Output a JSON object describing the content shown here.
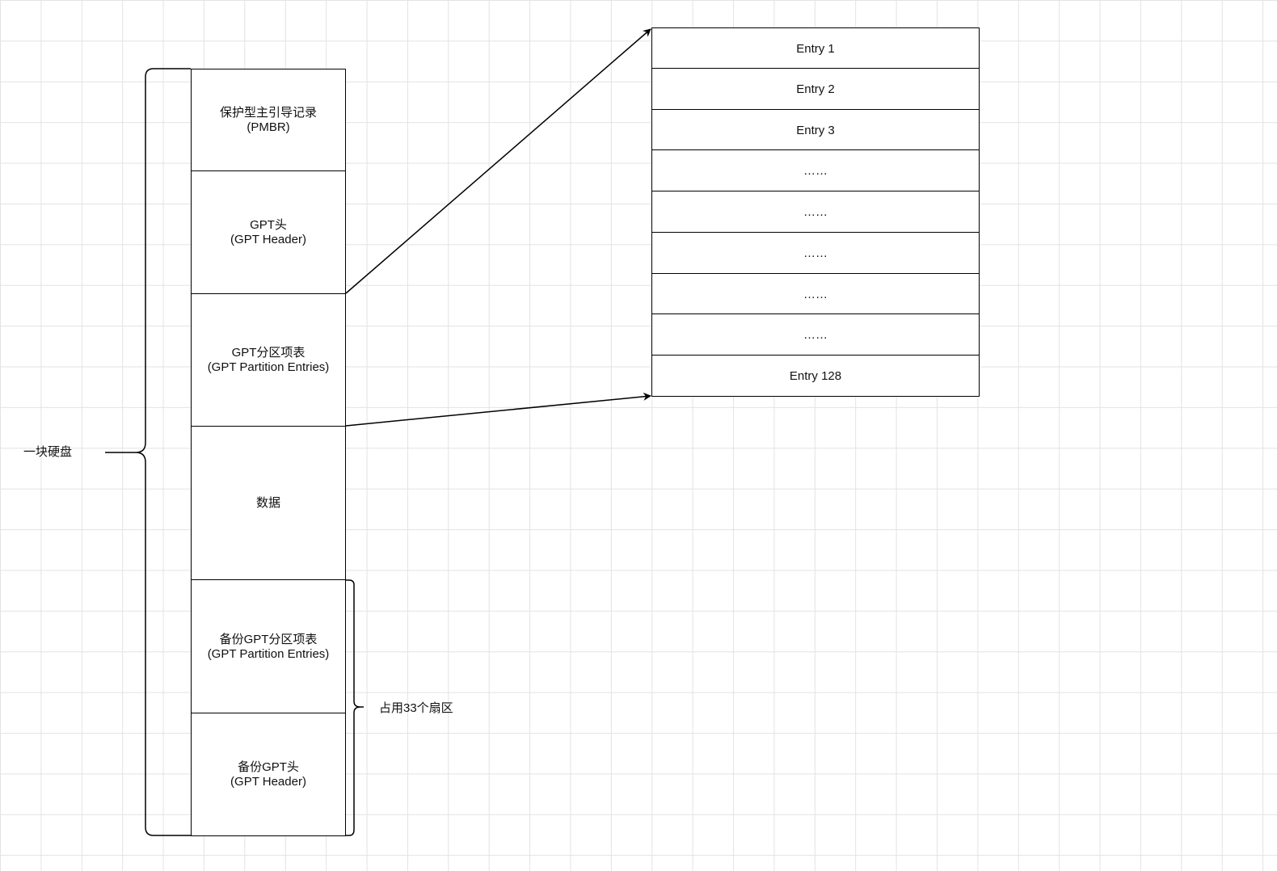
{
  "disk": {
    "label": "一块硬盘",
    "sections": [
      {
        "line1": "保护型主引导记录",
        "line2": "(PMBR)"
      },
      {
        "line1": "GPT头",
        "line2": "(GPT Header)"
      },
      {
        "line1": "GPT分区项表",
        "line2": "(GPT Partition Entries)"
      },
      {
        "line1": "数据",
        "line2": ""
      },
      {
        "line1": "备份GPT分区项表",
        "line2": "(GPT Partition Entries)"
      },
      {
        "line1": "备份GPT头",
        "line2": "(GPT Header)"
      }
    ]
  },
  "backup_note": "占用33个扇区",
  "entries": [
    "Entry 1",
    "Entry 2",
    "Entry 3",
    "……",
    "……",
    "……",
    "……",
    "……",
    "Entry 128"
  ]
}
